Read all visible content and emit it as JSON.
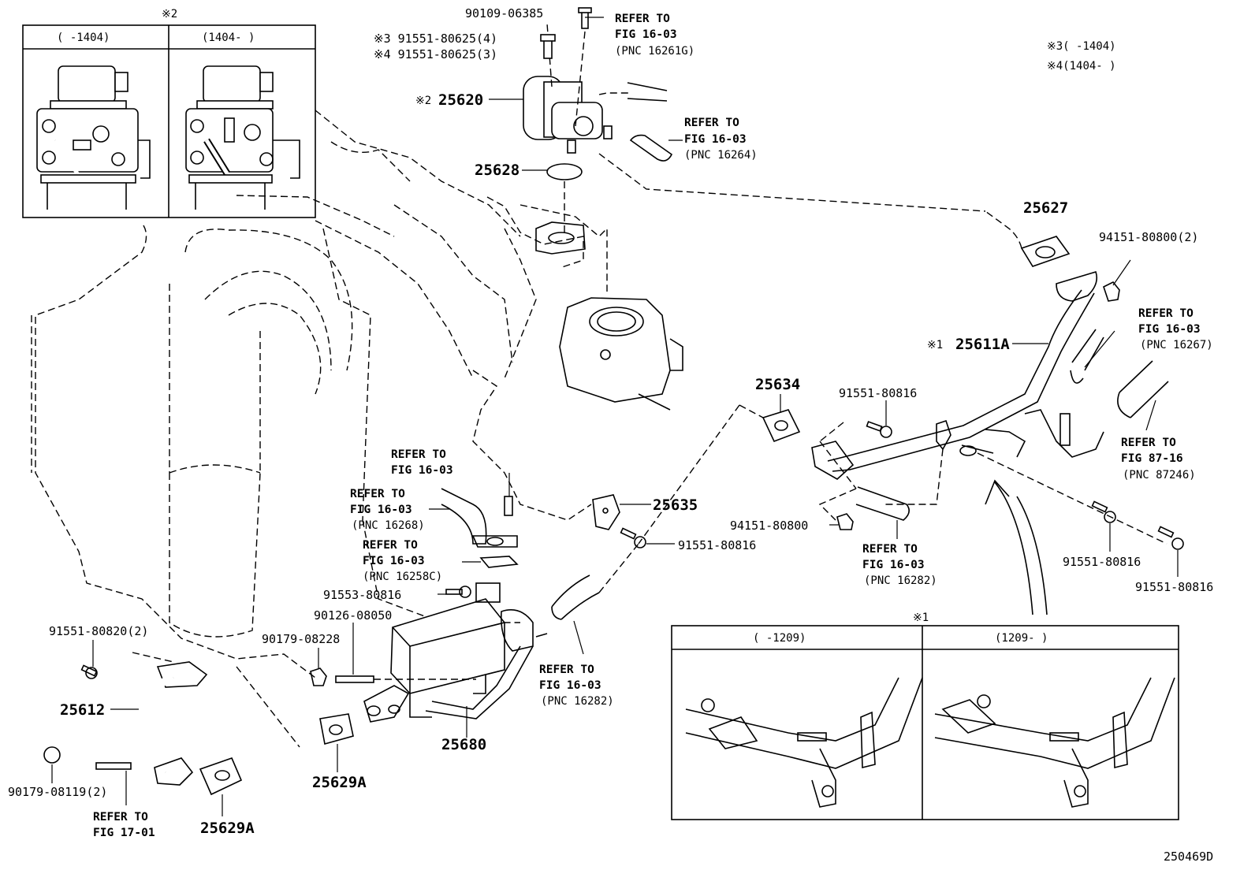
{
  "diagram_id": "250469D",
  "legend": {
    "note3": "※3(    -1404)",
    "note4": "※4(1404-    )"
  },
  "inset2": {
    "mark": "※2",
    "left_header": "(    -1404)",
    "right_header": "(1404-    )"
  },
  "inset1": {
    "mark": "※1",
    "left_header": "(    -1209)",
    "right_header": "(1209-    )"
  },
  "parts": {
    "p90109": "90109-06385",
    "p91551_625_3": "※3 91551-80625(4)",
    "p91551_625_4": "※4 91551-80625(3)",
    "p25620": "25620",
    "p25620_mark": "※2",
    "p25628": "25628",
    "p25627": "25627",
    "p94151_2": "94151-80800(2)",
    "p25611A": "25611A",
    "p25611A_mark": "※1",
    "p25634": "25634",
    "p91551_816_a": "91551-80816",
    "p25635": "25635",
    "p91551_816_b": "91551-80816",
    "p94151_b": "94151-80800",
    "p91551_816_c": "91551-80816",
    "p91551_816_d": "91551-80816",
    "p91553": "91553-80816",
    "p90126": "90126-08050",
    "p90179_228": "90179-08228",
    "p91551_820": "91551-80820(2)",
    "p25612": "25612",
    "p90179_119": "90179-08119(2)",
    "p25629A_a": "25629A",
    "p25629A_b": "25629A",
    "p25680": "25680"
  },
  "refs": {
    "r1": [
      "REFER TO",
      "FIG 16-03",
      "(PNC 16261G)"
    ],
    "r2": [
      "REFER TO",
      "FIG 16-03",
      "(PNC 16264)"
    ],
    "r3": [
      "REFER TO",
      "FIG 16-03",
      "(PNC 16267)"
    ],
    "r4": [
      "REFER TO",
      "FIG 87-16",
      "(PNC 87246)"
    ],
    "r5": [
      "REFER TO",
      "FIG 16-03"
    ],
    "r6": [
      "REFER TO",
      "FIG 16-03",
      "(PNC 16268)"
    ],
    "r7": [
      "REFER TO",
      "FIG 16-03",
      "(PNC 16258C)"
    ],
    "r8": [
      "REFER TO",
      "FIG 16-03",
      "(PNC 16282)"
    ],
    "r9": [
      "REFER TO",
      "FIG 16-03",
      "(PNC 16282)"
    ],
    "r10": [
      "REFER TO",
      "FIG 17-01"
    ]
  }
}
